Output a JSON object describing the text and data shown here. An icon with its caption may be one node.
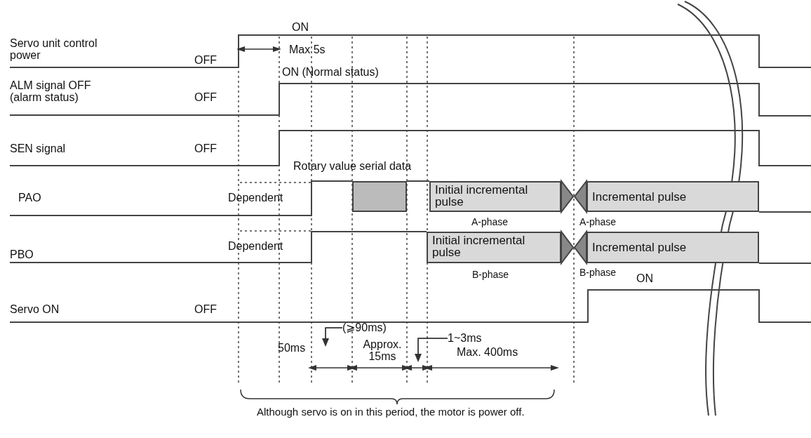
{
  "diagram": {
    "nodes": [
      {
        "text": [],
        "shape": "box"
      },
      {
        "text": [
          "Initial incremental pulse"
        ]
      },
      {
        "text": [
          "Incremental pulse"
        ]
      },
      {
        "text": [
          "Initial incremental pulse"
        ]
      },
      {
        "text": [
          "Incremental pulse"
        ]
      },
      {
        "text": [
          "(⩾90ms)"
        ]
      },
      {
        "text": [
          "1~3ms"
        ]
      }
    ],
    "edges": [
      {
        "from": 5,
        "to": null,
        "arrow": "to"
      },
      {
        "from": 6,
        "to": null,
        "arrow": "to"
      }
    ],
    "labels": [
      "ON",
      "Servo unit control power",
      "OFF",
      "Max 5s",
      "ON (Normal status)",
      "ALM signal OFF (alarm status)",
      "OFF",
      "SEN signal",
      "OFF",
      "Rotary value serial data",
      "PAO",
      "Dependent",
      "A-phase",
      "A-phase",
      "PBO",
      "Dependent",
      "B-phase",
      "B-phase",
      "ON",
      "Servo ON",
      "OFF",
      "50ms",
      "Approx. 15ms",
      "Max. 400ms",
      "Although servo is on in this period, the motor is power off."
    ]
  }
}
